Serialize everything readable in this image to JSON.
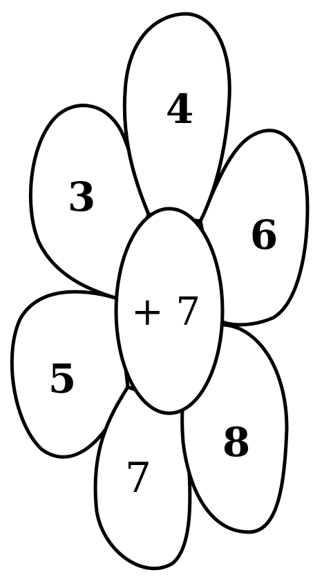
{
  "diagram": {
    "center": {
      "label": "+ 7"
    },
    "petals": [
      {
        "id": "top",
        "label": "4"
      },
      {
        "id": "upper-left",
        "label": "3"
      },
      {
        "id": "upper-right",
        "label": "6"
      },
      {
        "id": "left",
        "label": "5"
      },
      {
        "id": "bottom",
        "label": "7"
      },
      {
        "id": "lower-right",
        "label": "8"
      }
    ]
  }
}
